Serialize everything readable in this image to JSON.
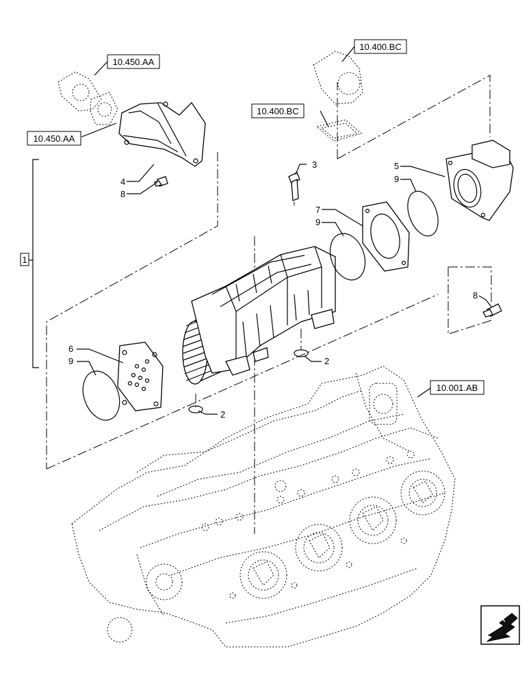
{
  "references": {
    "top_left_upper": "10.450.AA",
    "top_left_lower": "10.450.AA",
    "top_right_upper": "10.400.BC",
    "top_right_lower": "10.400.BC",
    "engine_block": "10.001.AB"
  },
  "group_label": "1",
  "callouts": {
    "c2a": "2",
    "c2b": "2",
    "c3": "3",
    "c4": "4",
    "c5": "5",
    "c6": "6",
    "c7": "7",
    "c8a": "8",
    "c8b": "8",
    "c9a": "9",
    "c9b": "9",
    "c9c": "9"
  },
  "nav_icon": "arrow-back-icon"
}
